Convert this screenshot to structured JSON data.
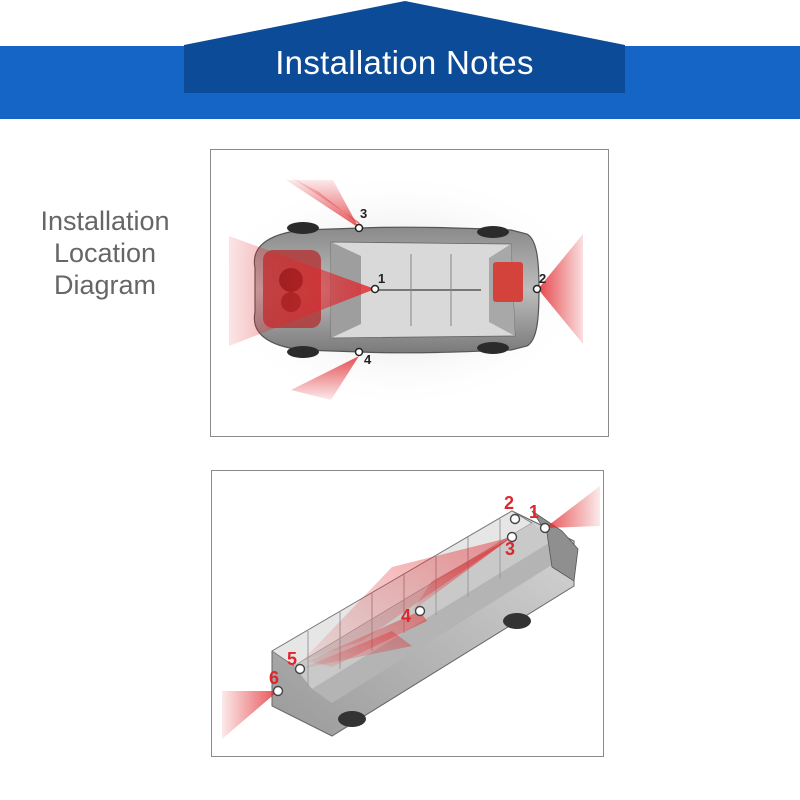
{
  "banner": {
    "title": "Installation Notes"
  },
  "side_label": {
    "line1": "Installation",
    "line2": "Location",
    "line3": "Diagram"
  },
  "car_diagram": {
    "camera_labels": [
      "1",
      "2",
      "3",
      "4"
    ]
  },
  "bus_diagram": {
    "camera_labels": [
      "1",
      "2",
      "3",
      "4",
      "5",
      "6"
    ]
  },
  "colors": {
    "banner_blue": "#1565c6",
    "banner_dark": "#0c4b97",
    "coverage_red": "#e0262b",
    "bus_label_red": "#e0262b"
  }
}
